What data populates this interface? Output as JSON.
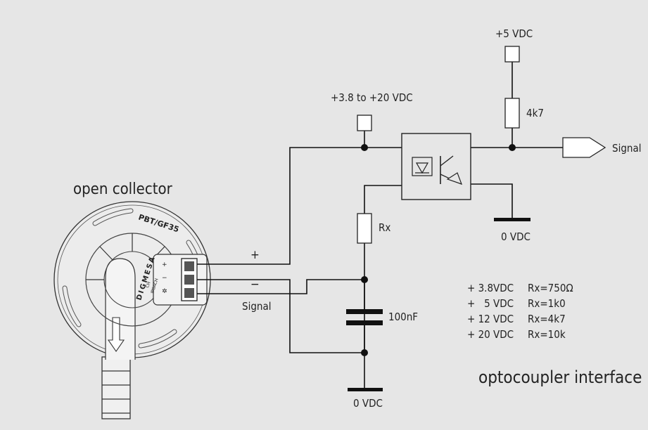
{
  "labels": {
    "supply_5v": "+5 VDC",
    "supply_range": "+3.8 to +20 VDC",
    "resistor_4k7": "4k7",
    "signal_out": "Signal",
    "open_collector": "open collector",
    "plus": "+",
    "minus": "−",
    "signal_in": "Signal",
    "rx": "Rx",
    "gnd_top": "0 VDC",
    "cap": "100nF",
    "gnd_bottom": "0 VDC",
    "title": "optocoupler interface"
  },
  "sensor": {
    "model": "PBT/GF35",
    "brand": "DIGMESA",
    "mark_ch": "CH",
    "mark_ipsach": "IPSACH"
  },
  "rx_table": [
    {
      "voltage": "+ 3.8VDC",
      "rx": "Rx=750Ω"
    },
    {
      "voltage": "+   5 VDC",
      "rx": "Rx=1k0"
    },
    {
      "voltage": "+ 12 VDC",
      "rx": "Rx=4k7"
    },
    {
      "voltage": "+ 20 VDC",
      "rx": "Rx=10k"
    }
  ],
  "colors": {
    "background": "#e6e6e6",
    "line": "#111111"
  }
}
